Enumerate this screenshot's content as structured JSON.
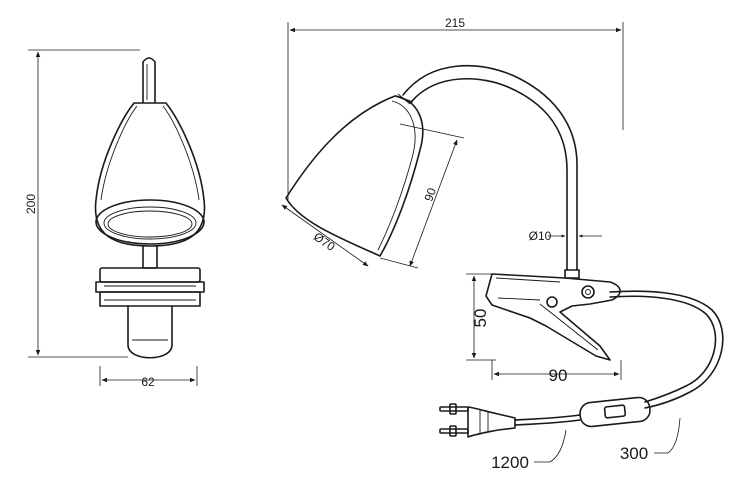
{
  "labels": {
    "total_height": "200",
    "front_width": "62",
    "total_width": "215",
    "shade_length": "90",
    "shade_diameter": "Ø70",
    "arm_diameter": "Ø10",
    "clamp_height": "50",
    "clamp_width": "90",
    "cable_length": "1200",
    "switch_distance": "300"
  }
}
